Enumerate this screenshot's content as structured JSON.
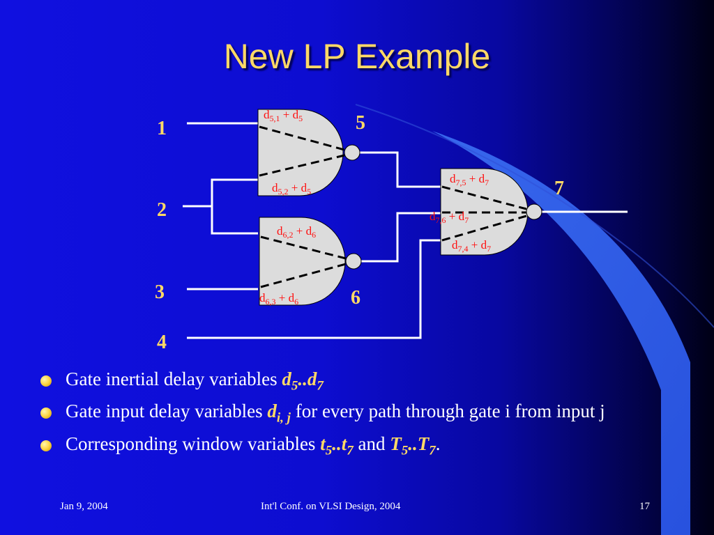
{
  "slide": {
    "title": "New LP Example",
    "footer": {
      "date": "Jan 9, 2004",
      "conference": "Int'l Conf. on VLSI Design, 2004",
      "page": "17"
    }
  },
  "diagram": {
    "inputs": [
      "1",
      "2",
      "3",
      "4"
    ],
    "gates": [
      {
        "id": "5",
        "labels": [
          {
            "main": "d",
            "sub": "5,1",
            "rest": " +  d",
            "sub2": "5"
          },
          {
            "main": "d",
            "sub": "5,2",
            "rest": " +  d",
            "sub2": "5"
          }
        ]
      },
      {
        "id": "6",
        "labels": [
          {
            "main": "d",
            "sub": "6,2",
            "rest": " +  d",
            "sub2": "6"
          },
          {
            "main": "d",
            "sub": "6,3",
            "rest": " +  d",
            "sub2": "6"
          }
        ]
      },
      {
        "id": "7",
        "labels": [
          {
            "main": "d",
            "sub": "7,5",
            "rest": " +  d",
            "sub2": "7"
          },
          {
            "main": "d",
            "sub": "7,6",
            "rest": " +  d",
            "sub2": "7"
          },
          {
            "main": "d",
            "sub": "7,4",
            "rest": " +  d",
            "sub2": "7"
          }
        ]
      }
    ]
  },
  "bullets": [
    {
      "text": "Gate inertial delay variables ",
      "v1": "d",
      "s1": "5",
      "mid": "..",
      "v2": "d",
      "s2": "7"
    },
    {
      "text": "Gate input delay variables ",
      "v1": "d",
      "s1": "i, j",
      "after": " for every path through gate i from input j"
    },
    {
      "text": "Corresponding window variables ",
      "v1": "t",
      "s1": "5",
      "mid": "..",
      "v2": "t",
      "s2": "7",
      "conj": " and ",
      "v3": "T",
      "s3": "5",
      "mid2": "..",
      "v4": "T",
      "s4": "7",
      "end": "."
    }
  ],
  "colors": {
    "title": "#ffd966",
    "accent": "#ffd966",
    "delay_label": "#ff1010",
    "gate_fill": "#dcdcdc",
    "wire": "#ffffff"
  }
}
